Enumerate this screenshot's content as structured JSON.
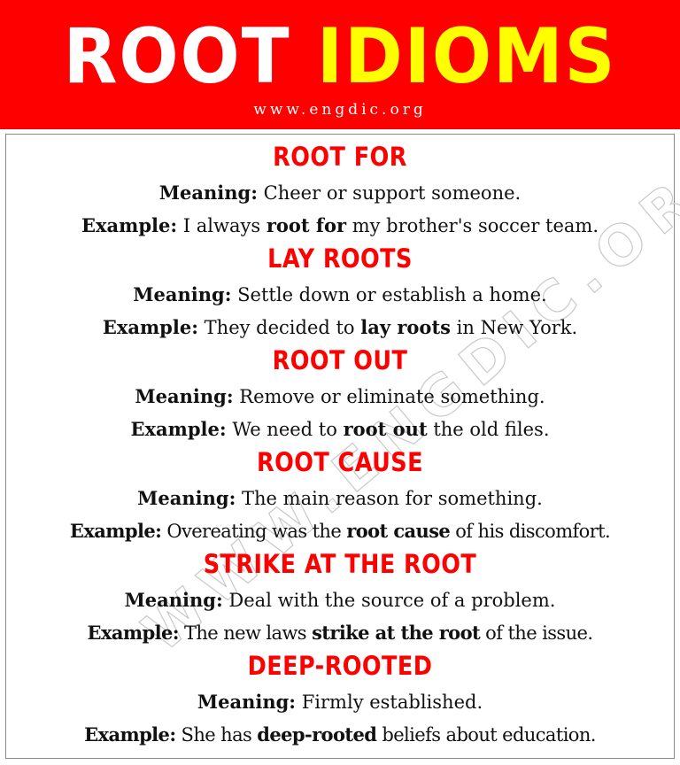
{
  "header": {
    "title_word1": "ROOT",
    "title_word2": "IDIOMS",
    "url": "www.engdic.org",
    "colors": {
      "banner_bg": "#fe0000",
      "word1": "#ffffff",
      "word2": "#ffff00"
    }
  },
  "watermark": "WWW.ENGDIC.ORG",
  "labels": {
    "meaning": "Meaning:",
    "example": "Example:"
  },
  "idioms": [
    {
      "title": "ROOT FOR",
      "meaning": "Cheer or support someone.",
      "example_before": "I always",
      "example_bold": "root for",
      "example_after": "my brother's soccer team."
    },
    {
      "title": "LAY ROOTS",
      "meaning": "Settle down or establish a home.",
      "example_before": "They decided to",
      "example_bold": "lay roots",
      "example_after": "in New York."
    },
    {
      "title": "ROOT OUT",
      "meaning": "Remove or eliminate something.",
      "example_before": "We need to",
      "example_bold": "root out",
      "example_after": "the old files."
    },
    {
      "title": "ROOT CAUSE",
      "meaning": "The main reason for something.",
      "example_before": "Overeating was the",
      "example_bold": "root cause",
      "example_after": "of his discomfort."
    },
    {
      "title": "STRIKE AT THE ROOT",
      "meaning": "Deal with the source of a problem.",
      "example_before": "The new laws",
      "example_bold": "strike at the root",
      "example_after": "of the issue."
    },
    {
      "title": "DEEP-ROOTED",
      "meaning": "Firmly established.",
      "example_before": "She has",
      "example_bold": "deep-rooted",
      "example_after": "beliefs about education."
    }
  ]
}
